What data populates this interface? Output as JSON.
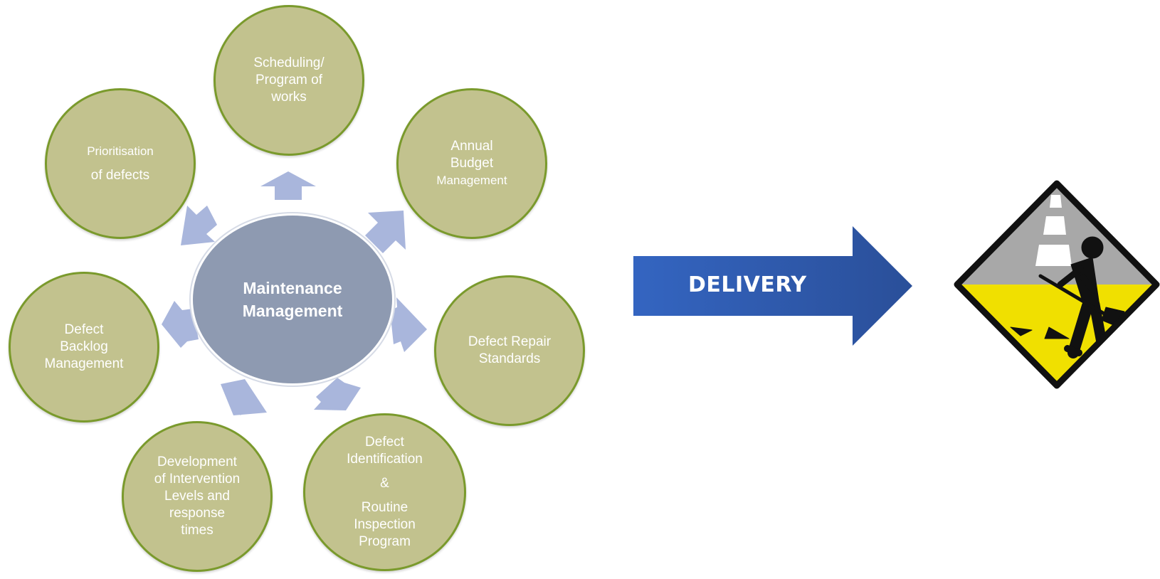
{
  "hub": {
    "line1": "Maintenance",
    "line2": "Management"
  },
  "nodes": [
    {
      "id": "scheduling",
      "lines": [
        "Scheduling/",
        "Program of",
        "works"
      ]
    },
    {
      "id": "annual-budget",
      "lines": [
        "Annual",
        "Budget"
      ],
      "small": "Management"
    },
    {
      "id": "defect-repair",
      "lines": [
        "Defect Repair",
        "Standards"
      ]
    },
    {
      "id": "defect-identification",
      "lines": [
        "Defect",
        "Identification",
        "&",
        "Routine",
        "Inspection",
        "Program"
      ]
    },
    {
      "id": "intervention",
      "lines": [
        "Development",
        "of Intervention",
        "Levels and",
        "response",
        "times"
      ]
    },
    {
      "id": "backlog",
      "lines": [
        "Defect",
        "Backlog",
        "Management"
      ]
    },
    {
      "id": "prioritisation",
      "small": "Prioritisation",
      "lines": [
        "of defects"
      ]
    }
  ],
  "delivery": {
    "label": "DELIVERY"
  },
  "icons": {
    "worker_sign": "road-works-icon"
  },
  "colors": {
    "node_fill": "#c2c28e",
    "node_border": "#7a9a2c",
    "hub_fill": "#8e9ab1",
    "arrow": "#a9b6dc",
    "delivery": "#2f5fb4",
    "sign_yellow": "#f0e000"
  }
}
